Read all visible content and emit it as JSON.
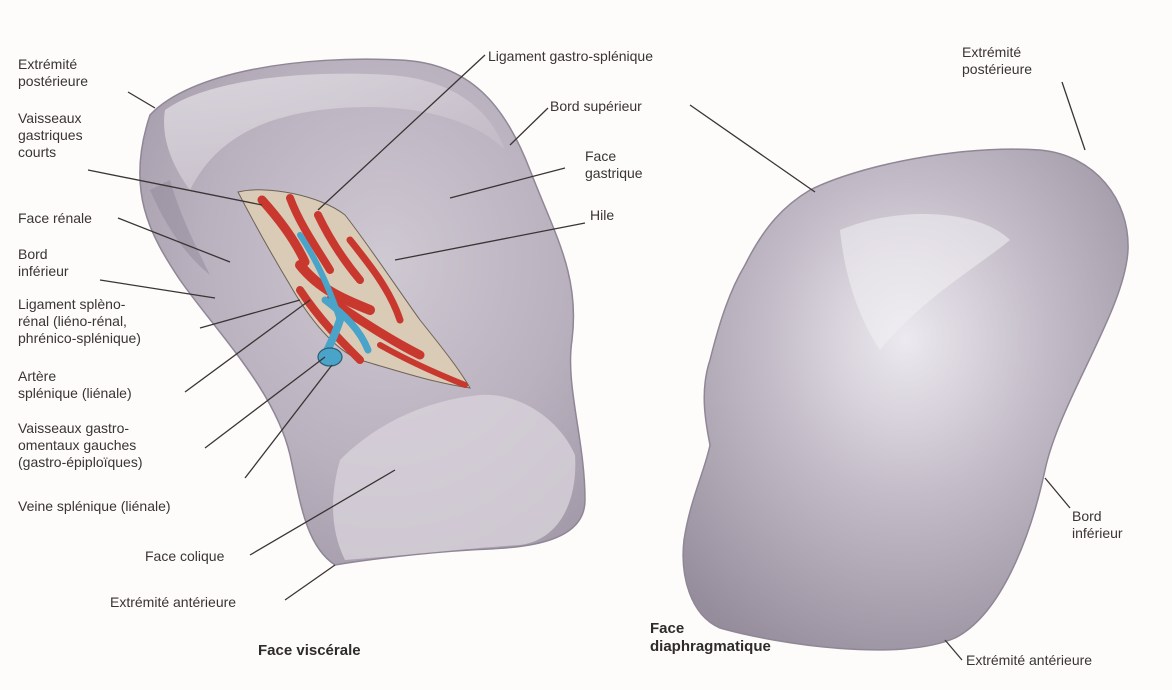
{
  "colors": {
    "organ_fill": "#b8b0bc",
    "organ_highlight": "#e6e2e8",
    "organ_shadow": "#8e8696",
    "artery": "#c8382e",
    "vein": "#4aa3c8",
    "leader": "#3a3434"
  },
  "captions": {
    "visceral": "Face viscérale",
    "diaphragmatic": "Face\ndiaphragmatique"
  },
  "visceral_labels": {
    "extremite_posterieure": "Extrémité\npostérieure",
    "vaisseaux_gastriques": "Vaisseaux\ngastriques\ncourts",
    "face_renale": "Face rénale",
    "bord_inferieur": "Bord\ninférieur",
    "ligament_splenorenal": "Ligament splèno-\nrénal (liéno-rénal,\nphrénico-splénique)",
    "artere_splenique": "Artère\nsplénique (liénale)",
    "vaisseaux_gastro_omentaux": "Vaisseaux gastro-\nomentaux gauches\n(gastro-épiploïques)",
    "veine_splenique": "Veine splénique (liénale)",
    "face_colique": "Face colique",
    "extremite_anterieure": "Extrémité antérieure",
    "ligament_gastrosplenique": "Ligament gastro-splénique",
    "bord_superieur": "Bord supérieur",
    "face_gastrique": "Face\ngastrique",
    "hile": "Hile"
  },
  "diaphragmatic_labels": {
    "extremite_posterieure": "Extrémité\npostérieure",
    "bord_inferieur": "Bord\ninférieur",
    "extremite_anterieure": "Extrémité antérieure"
  }
}
